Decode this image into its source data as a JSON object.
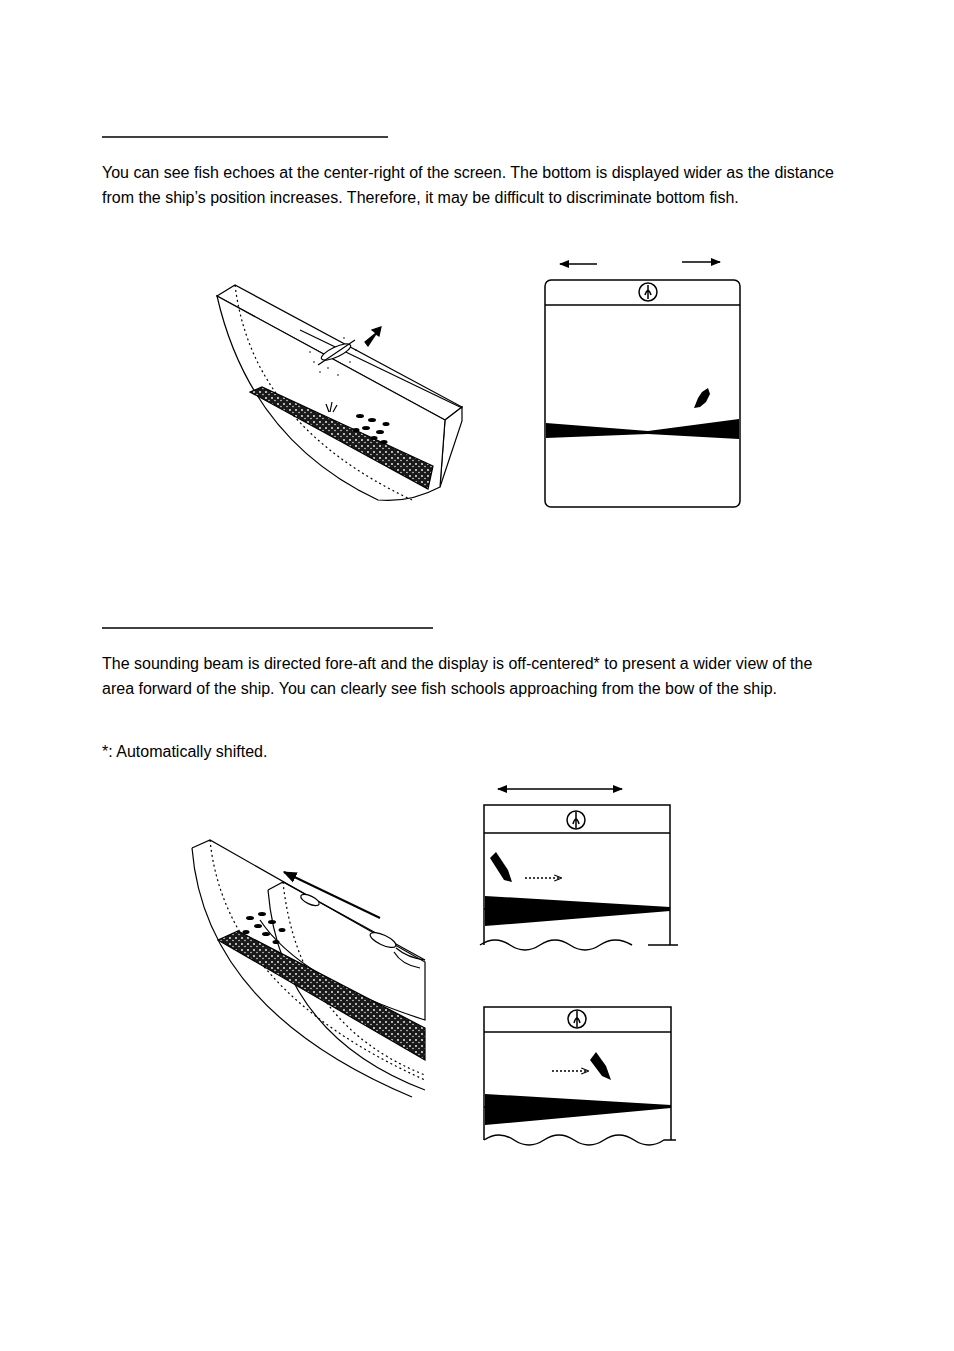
{
  "diagram": {
    "labels": [
      "You can see fish echoes at the center-right of the screen. The bottom is displayed wider as the distance from the ship’s position increases. Therefore, it may be difficult to discriminate bottom fish.",
      "The sounding beam is directed fore-aft and the display is off-centered* to present a wider view of the area forward of the ship. You can clearly see fish schools approaching from the bow of the ship.",
      "*: Automatically shifted."
    ]
  }
}
